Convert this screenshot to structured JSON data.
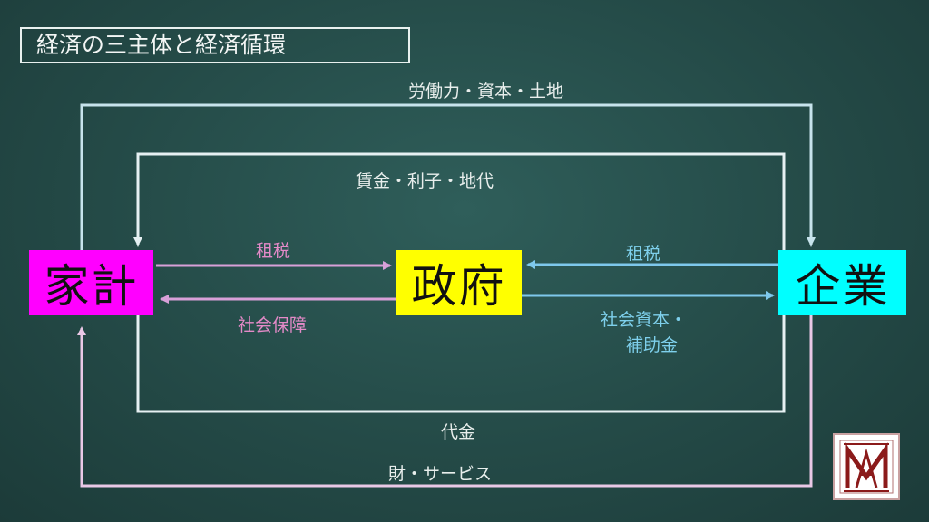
{
  "title": "経済の三主体と経済循環",
  "colors": {
    "household": "#ff00ff",
    "government": "#ffff00",
    "firm": "#00ffff",
    "labor_arrow": "#c7e3ec",
    "wage_arrow": "#e6f0f2",
    "tax_gov_arrow": "#d8a0d8",
    "gov_firm_arrow": "#7ec8ec",
    "goods_arrow": "#e9c8e6",
    "logo": "#8b1a1a"
  },
  "nodes": {
    "household": "家計",
    "government": "政府",
    "firm": "企業"
  },
  "labels": {
    "labor_capital_land": "労働力・資本・土地",
    "wages_interest_rent": "賃金・利子・地代",
    "tax_household": "租税",
    "social_security": "社会保障",
    "tax_firm": "租税",
    "social_capital_subsidy_line1": "社会資本・",
    "social_capital_subsidy_line2": "補助金",
    "payment": "代金",
    "goods_services": "財・サービス"
  },
  "logo": {
    "icon": "university-logo-icon"
  }
}
